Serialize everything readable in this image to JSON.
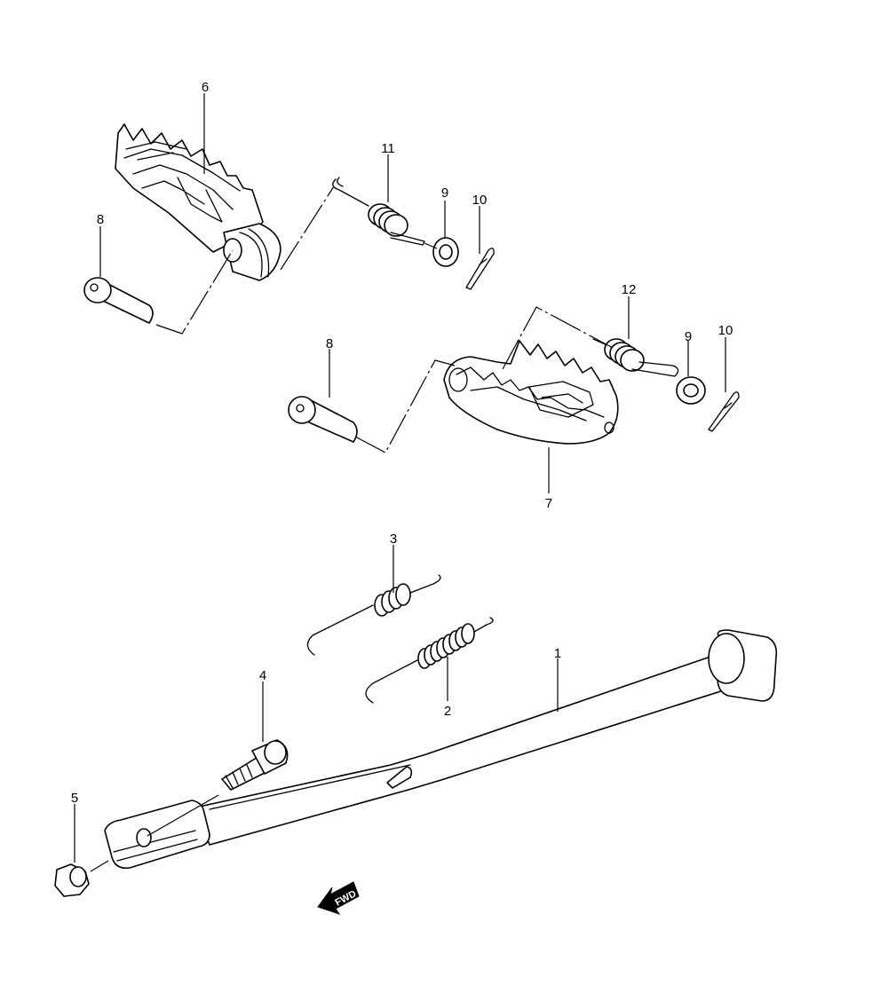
{
  "callouts": {
    "c1": "1",
    "c2": "2",
    "c3": "3",
    "c4": "4",
    "c5": "5",
    "c6": "6",
    "c7": "7",
    "c8a": "8",
    "c8b": "8",
    "c9a": "9",
    "c9b": "9",
    "c10a": "10",
    "c10b": "10",
    "c11": "11",
    "c12": "12"
  },
  "direction_marker": {
    "label": "FWD",
    "icon": "fwd-arrow-icon"
  }
}
